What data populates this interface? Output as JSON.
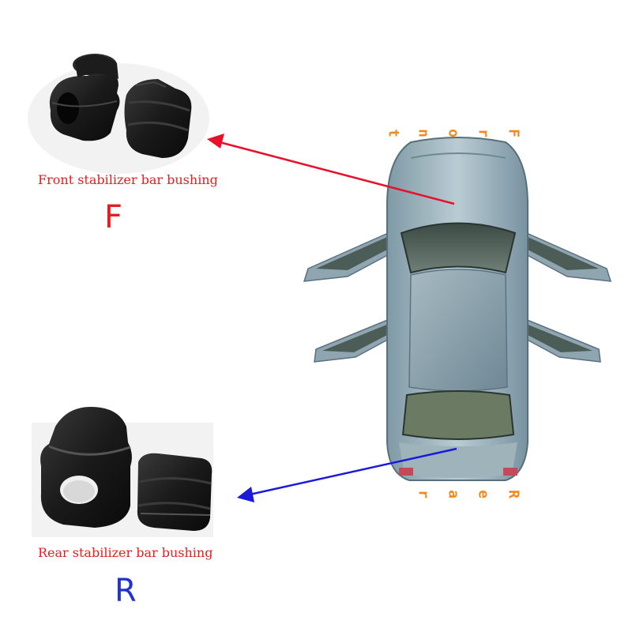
{
  "front": {
    "caption": "Front stabilizer bar bushing",
    "letter": "F",
    "color": "#e02020",
    "arrow_color": "#e8102a"
  },
  "rear": {
    "caption": "Rear stabilizer bar bushing",
    "letter": "R",
    "color": "#2233cc",
    "arrow_color": "#1a1adc"
  },
  "car_labels": {
    "front_chars": [
      "F",
      "r",
      "o",
      "n",
      "t"
    ],
    "rear_chars": [
      "R",
      "e",
      "a",
      "r"
    ],
    "color": "#f08a1c"
  },
  "icons": {
    "front_bushing": "rubber-bushing-pair-icon",
    "rear_bushing": "rubber-bushing-pair-icon",
    "car": "car-top-view-icon"
  }
}
